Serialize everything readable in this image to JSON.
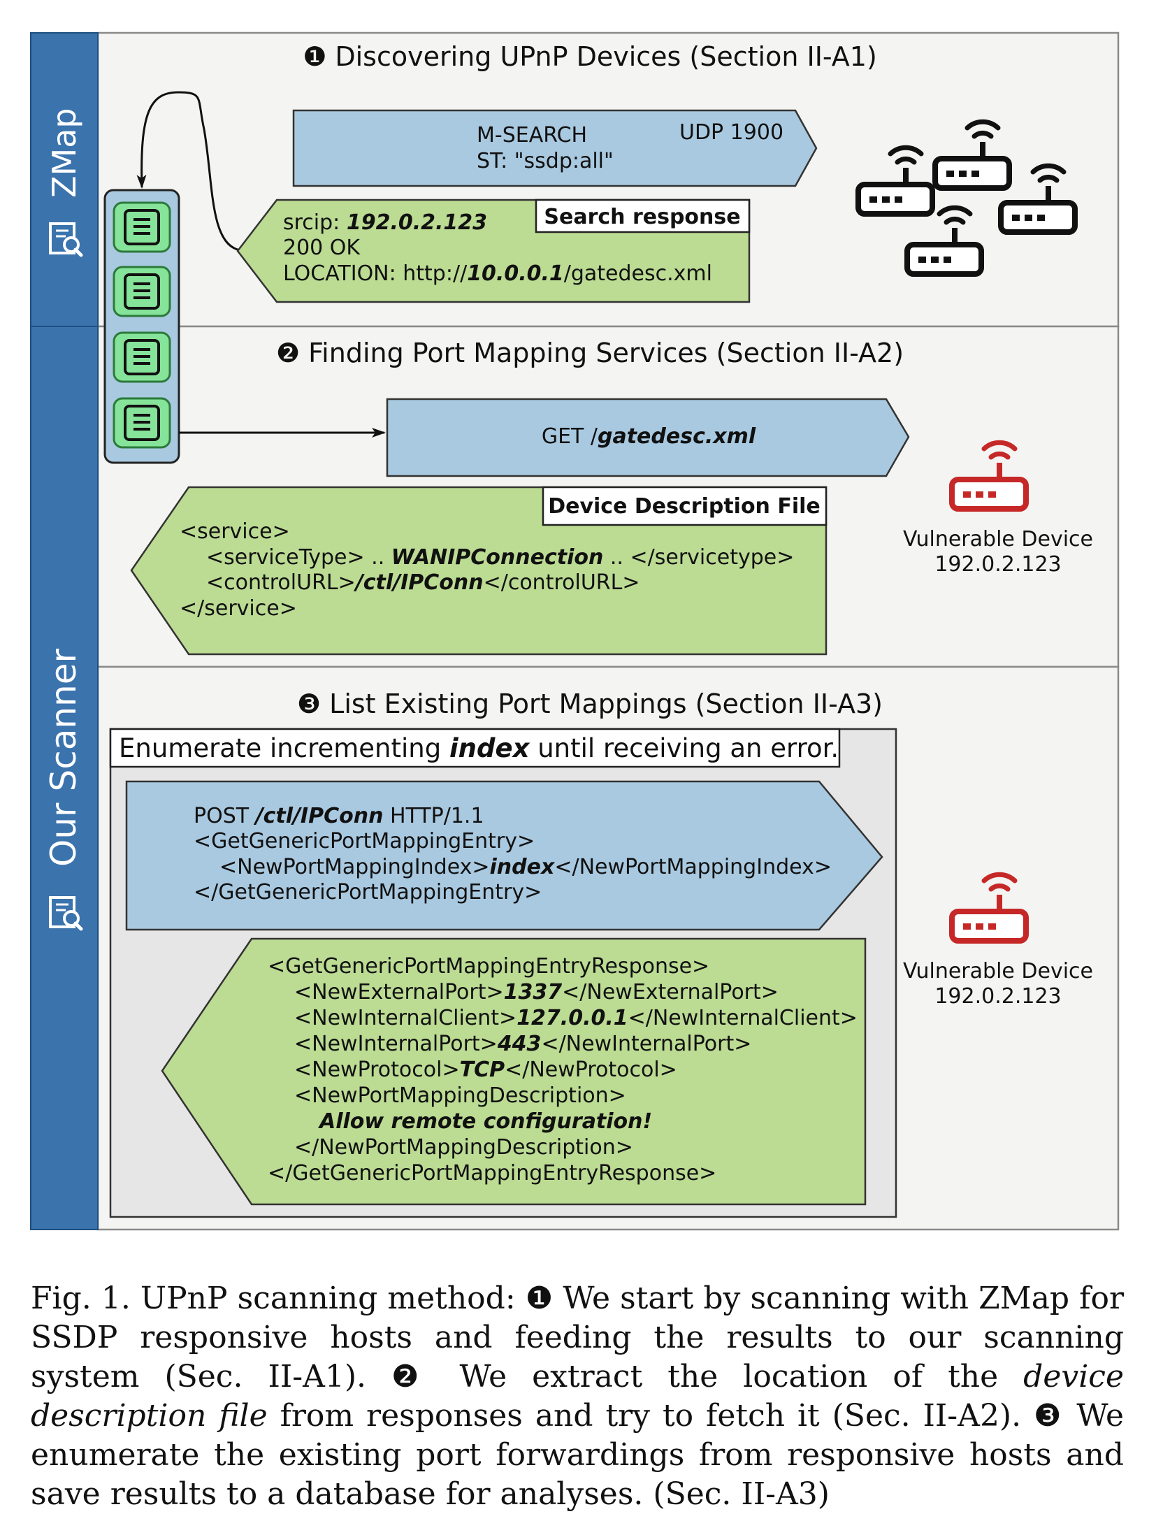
{
  "sidebar": {
    "zmap_label": "ZMap",
    "scanner_label": "Our Scanner",
    "zmap_icon": "scanner-icon",
    "scanner_icon": "scanner-icon"
  },
  "step1": {
    "title": "❶ Discovering UPnP Devices (Section II-A1)",
    "request": {
      "line1": "M-SEARCH",
      "line2": "ST: \"ssdp:all\"",
      "port": "UDP 1900"
    },
    "response": {
      "label": "Search response",
      "srcip_prefix": "srcip: ",
      "srcip_value": "192.0.2.123",
      "status": "200 OK",
      "location_prefix": "LOCATION: http://",
      "location_host": "10.0.0.1",
      "location_path": "/gatedesc.xml"
    }
  },
  "step2": {
    "title": "❷ Finding Port Mapping Services (Section II-A2)",
    "request": {
      "prefix": "GET /",
      "path": "gatedesc.xml"
    },
    "response": {
      "label": "Device Description File",
      "line1": "<service>",
      "line2_a": "<serviceType> .. ",
      "line2_b": "WANIPConnection",
      "line2_c": " .. </servicetype>",
      "line3_a": "<controlURL>",
      "line3_b": "/ctl/IPConn",
      "line3_c": "</controlURL>",
      "line4": "</service>"
    },
    "device": {
      "line1": "Vulnerable Device",
      "line2": "192.0.2.123"
    }
  },
  "step3": {
    "title": "❸ List Existing Port Mappings (Section II-A3)",
    "loop_a": "Enumerate incrementing ",
    "loop_b": "index",
    "loop_c": " until receiving an error.",
    "request": {
      "l1_a": "POST ",
      "l1_b": "/ctl/IPConn",
      "l1_c": " HTTP/1.1",
      "l2": "<GetGenericPortMappingEntry>",
      "l3_a": "<NewPortMappingIndex>",
      "l3_b": "index",
      "l3_c": "</NewPortMappingIndex>",
      "l4": "</GetGenericPortMappingEntry>"
    },
    "response": {
      "l1": "<GetGenericPortMappingEntryResponse>",
      "l2_a": "<NewExternalPort>",
      "l2_b": "1337",
      "l2_c": "</NewExternalPort>",
      "l3_a": "<NewInternalClient>",
      "l3_b": "127.0.0.1",
      "l3_c": "</NewInternalClient>",
      "l4_a": "<NewInternalPort>",
      "l4_b": "443",
      "l4_c": "</NewInternalPort>",
      "l5_a": "<NewProtocol>",
      "l5_b": "TCP",
      "l5_c": "</NewProtocol>",
      "l6": "<NewPortMappingDescription>",
      "l7": "Allow remote configuration!",
      "l8": "</NewPortMappingDescription>",
      "l9": "</GetGenericPortMappingEntryResponse>"
    },
    "device": {
      "line1": "Vulnerable Device",
      "line2": "192.0.2.123"
    }
  },
  "caption": {
    "p1": "Fig. 1.   UPnP scanning method: ❶ We start by scanning with ZMap for SSDP responsive hosts and feeding the results to our scanning system (Sec. II-A1). ❷ We extract the location of the ",
    "p2": "device description file",
    "p3": " from responses and try to fetch it (Sec. II-A2). ❸ We enumerate the existing port forwardings from responsive hosts and save results to a database for analyses. (Sec. II-A3)"
  },
  "colors": {
    "sidebar": "#3b73ad",
    "request": "#a9c9e0",
    "response": "#bcdb93",
    "vulnerable": "#c62828",
    "router": "#111111"
  }
}
